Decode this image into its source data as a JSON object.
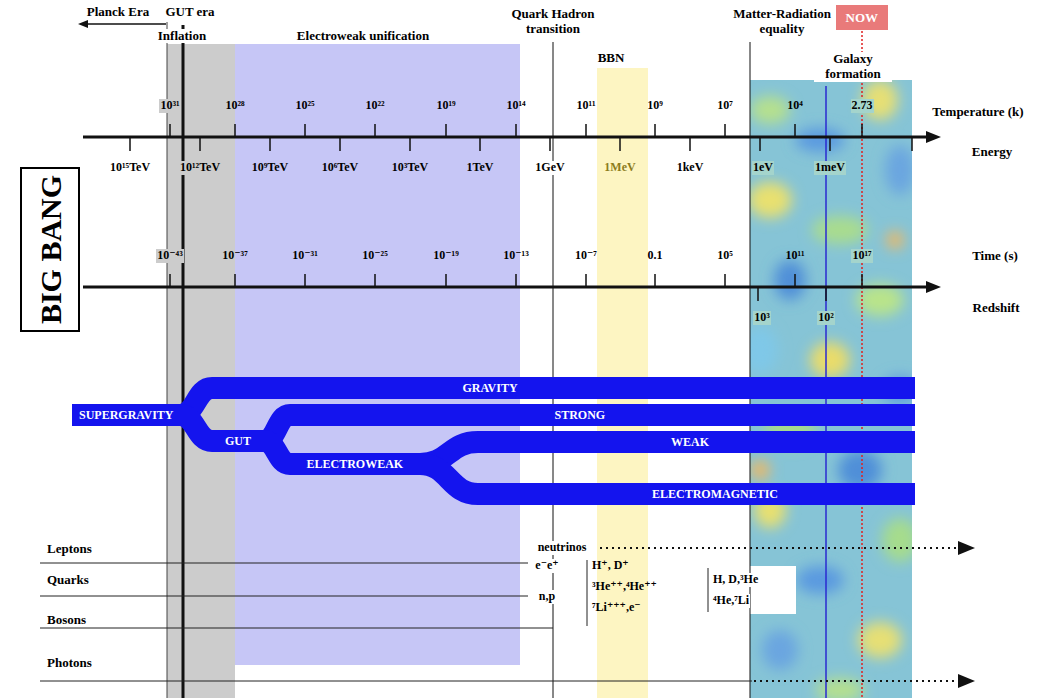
{
  "diagram": {
    "nodes": [
      {
        "text": [
          "BIG BANG"
        ]
      },
      {
        "text": [
          "NOW"
        ]
      },
      {
        "text": [
          "SUPERGRAVITY"
        ]
      },
      {
        "text": [
          "GRAVITY"
        ]
      },
      {
        "text": [
          "GUT"
        ]
      },
      {
        "text": [
          "STRONG"
        ]
      },
      {
        "text": [
          "ELECTROWEAK"
        ]
      },
      {
        "text": [
          "WEAK"
        ]
      },
      {
        "text": [
          "ELECTROMAGNETIC"
        ]
      }
    ],
    "edges": [
      {
        "from": 2,
        "to": 3,
        "arrow": "none"
      },
      {
        "from": 2,
        "to": 4,
        "arrow": "none"
      },
      {
        "from": 4,
        "to": 5,
        "arrow": "none"
      },
      {
        "from": 4,
        "to": 6,
        "arrow": "none"
      },
      {
        "from": 6,
        "to": 7,
        "arrow": "none"
      },
      {
        "from": 6,
        "to": 8,
        "arrow": "none"
      }
    ],
    "labels": [
      "Planck Era",
      "GUT era",
      "Inflation",
      "Electroweak unification",
      "Quark Hadron transition",
      "BBN",
      "Matter-Radiation equality",
      "Galaxy formation",
      "10³¹",
      "10²⁸",
      "10²⁵",
      "10²²",
      "10¹⁹",
      "10¹⁴",
      "10¹¹",
      "10⁹",
      "10⁷",
      "10⁴",
      "2.73",
      "Temperature (k)",
      "10¹⁵TeV",
      "10¹²TeV",
      "10⁹TeV",
      "10⁶TeV",
      "10³TeV",
      "1TeV",
      "1GeV",
      "1MeV",
      "1keV",
      "1eV",
      "1meV",
      "Energy",
      "10⁻⁴³",
      "10⁻³⁷",
      "10⁻³¹",
      "10⁻²⁵",
      "10⁻¹⁹",
      "10⁻¹³",
      "10⁻⁷",
      "0.1",
      "10⁵",
      "10¹¹",
      "10¹⁷",
      "Time (s)",
      "10³",
      "10²",
      "Redshift",
      "Leptons",
      "Quarks",
      "Bosons",
      "Photons",
      "neutrinos",
      "e⁻e⁺",
      "n,p",
      "H⁺, D⁺",
      "³He⁺⁺,⁴He⁺⁺",
      "⁷Li⁺⁺⁺,e⁻",
      "H, D,³He",
      "⁴He,⁷Li"
    ]
  }
}
